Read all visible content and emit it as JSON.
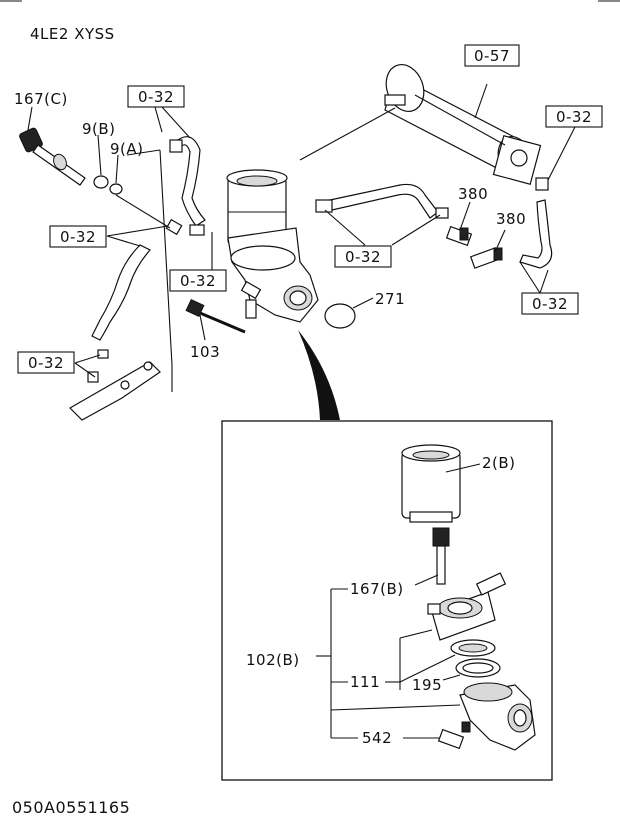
{
  "header": {
    "model_code": "4LE2 XYSS"
  },
  "footer": {
    "drawing_number": "050A0551165"
  },
  "callouts": {
    "ref_057": "0-57",
    "ref_032_a": "0-32",
    "ref_032_b": "0-32",
    "ref_032_c": "0-32",
    "ref_032_d": "0-32",
    "ref_032_e": "0-32",
    "ref_032_f": "0-32",
    "ref_032_g": "0-32",
    "part_167c": "167(C)",
    "part_9b": "9(B)",
    "part_9a": "9(A)",
    "part_380_a": "380",
    "part_380_b": "380",
    "part_271": "271",
    "part_103": "103"
  },
  "detail": {
    "part_2b": "2(B)",
    "part_167b": "167(B)",
    "part_102b": "102(B)",
    "part_111": "111",
    "part_195": "195",
    "part_542": "542"
  }
}
